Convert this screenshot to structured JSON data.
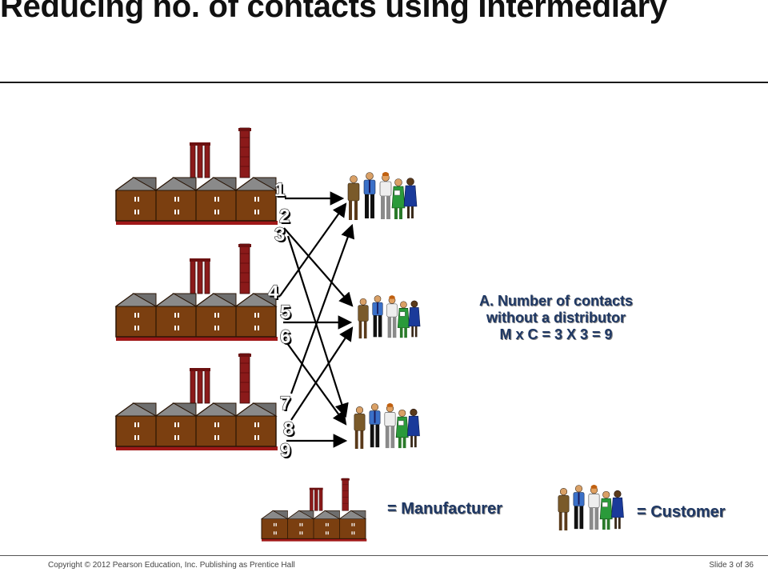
{
  "slide": {
    "title": "Reducing no. of contacts using Intermediary"
  },
  "contacts": [
    "1",
    "2",
    "3",
    "4",
    "5",
    "6",
    "7",
    "8",
    "9"
  ],
  "info": {
    "line1": "A. Number of contacts",
    "line2": "without a distributor",
    "line3": "M x C = 3 X 3 = 9"
  },
  "legend": {
    "manufacturer": "= Manufacturer",
    "customer": "= Customer"
  },
  "footer": {
    "copyright": "Copyright © 2012 Pearson Education, Inc. Publishing as Prentice Hall",
    "slide_number": "Slide 3 of 36"
  },
  "colors": {
    "title": "#111111",
    "text_accent": "#1f3864",
    "factory_wall": "#7b3f10",
    "chimney": "#8b1a1a",
    "roof": "#6e6e6e"
  },
  "icons": {
    "manufacturer": "factory-icon",
    "customer": "customer-group-icon"
  }
}
